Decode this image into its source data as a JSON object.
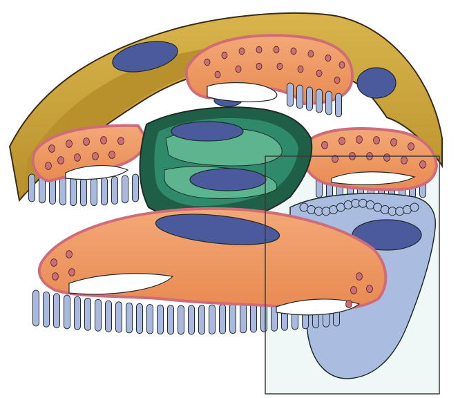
{
  "figure": {
    "kind": "biological-illustration",
    "colors": {
      "background": "#ffffff",
      "outline": "#1e2b2b",
      "dark_outline": "#3a2a1a",
      "golden_sheath": "#d9b44a",
      "golden_sheath_shade": "#b8902c",
      "orange_layer": "#e98a52",
      "orange_layer_light": "#f3a877",
      "pink_rim": "#d06b78",
      "blue_villi": "#a9b8de",
      "blue_villi_shade": "#7f90c6",
      "green_core": "#2f8a6c",
      "green_core_dark": "#1f5e47",
      "green_core_light": "#5db58f",
      "nucleus": "#4a5a9c",
      "pale_cell": "#aabde0",
      "highlight_box_fill": "#e8f4f3",
      "highlight_box_stroke": "#3a3a3a"
    },
    "icons": [
      "nucleus",
      "villus",
      "pore"
    ]
  }
}
